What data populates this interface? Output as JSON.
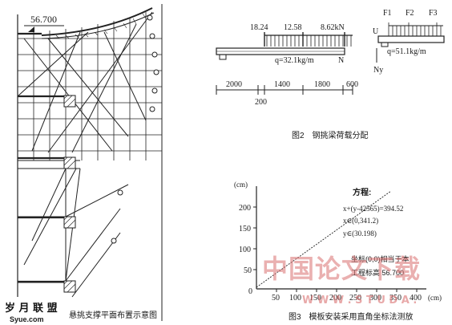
{
  "fig1": {
    "elevation_label": "56.700",
    "caption": "悬挑支撑平面布置示意图"
  },
  "fig2": {
    "loads": [
      "18.24",
      "12.58",
      "8.62kN"
    ],
    "q_left": "q=32.1kg/m",
    "n_label": "N",
    "forces": [
      "F1",
      "F2",
      "F3"
    ],
    "u_label": "U",
    "q_right": "q=51.1kg/m",
    "ny_label": "Ny",
    "dims": [
      "2000",
      "1400",
      "1800",
      "600"
    ],
    "dim_sub": "200",
    "caption": "图2　钢挑梁荷载分配"
  },
  "fig3": {
    "y_unit": "(cm)",
    "x_unit": "(cm)",
    "y_ticks": [
      "200",
      "150",
      "100",
      "50",
      "0"
    ],
    "x_ticks": [
      "50",
      "100",
      "150",
      "200",
      "250",
      "300",
      "350",
      "400"
    ],
    "eq_title": "方程:",
    "eq1": "x+(y-42565)=394.52",
    "eq2": "x∈(0,341.2)",
    "eq3": "y∈(30.198)",
    "note1": "坐标(0,0)相当于本",
    "note2": "工程标高 56.700",
    "caption": "图3　模板安装采用直角坐标法测放"
  },
  "watermark": {
    "main": "中国论文下载",
    "sub": "W W W . S T U D A .",
    "logo": "岁 月 联 盟",
    "logo_url": "Syue.com"
  }
}
